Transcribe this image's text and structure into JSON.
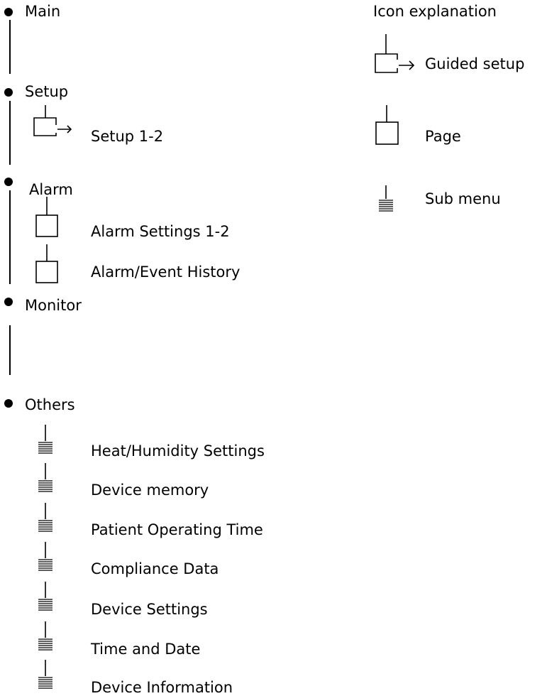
{
  "menu": {
    "main": "Main",
    "setup": {
      "label": "Setup",
      "items": [
        "Setup 1-2"
      ]
    },
    "alarm": {
      "label": "Alarm",
      "items": [
        "Alarm Settings 1-2",
        "Alarm/Event History"
      ]
    },
    "monitor": "Monitor",
    "others": {
      "label": "Others",
      "items": [
        "Heat/Humidity Settings",
        "Device memory",
        "Patient Operating Time",
        "Compliance Data",
        "Device Settings",
        "Time and Date",
        "Device Information"
      ]
    }
  },
  "legend": {
    "title": "Icon explanation",
    "guided_setup": "Guided setup",
    "page": "Page",
    "sub_menu": "Sub menu"
  }
}
